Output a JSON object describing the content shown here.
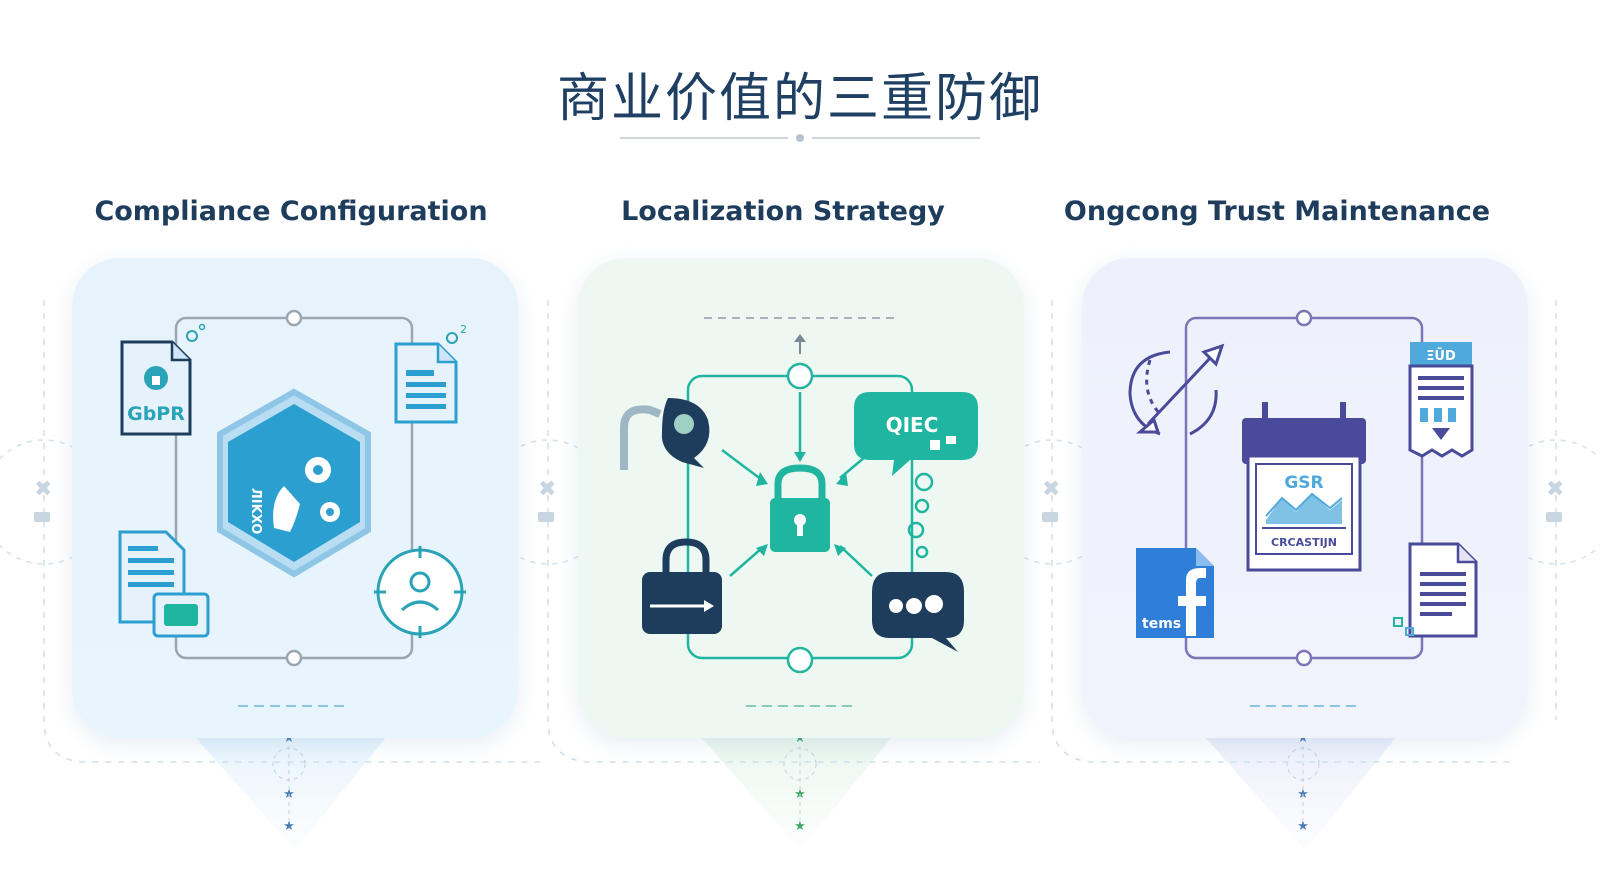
{
  "header": {
    "title": "商业价值的三重防御"
  },
  "columns": [
    {
      "title": "Compliance Configuration",
      "accent": "#2b9fd0",
      "icons": {
        "gdpr_doc": "GbPR",
        "hex_badge_text": "ЛIKXO"
      }
    },
    {
      "title": "Localization Strategy",
      "accent": "#1fb5a0",
      "icons": {
        "chat_text": "QIEC"
      }
    },
    {
      "title": "Ongcong Trust Maintenance",
      "accent": "#4a4a9a",
      "icons": {
        "calendar_label": "GSR",
        "calendar_caption": "CRCASTIJN",
        "tag_label": "ΞŪD",
        "fb_label": "tems"
      }
    }
  ]
}
